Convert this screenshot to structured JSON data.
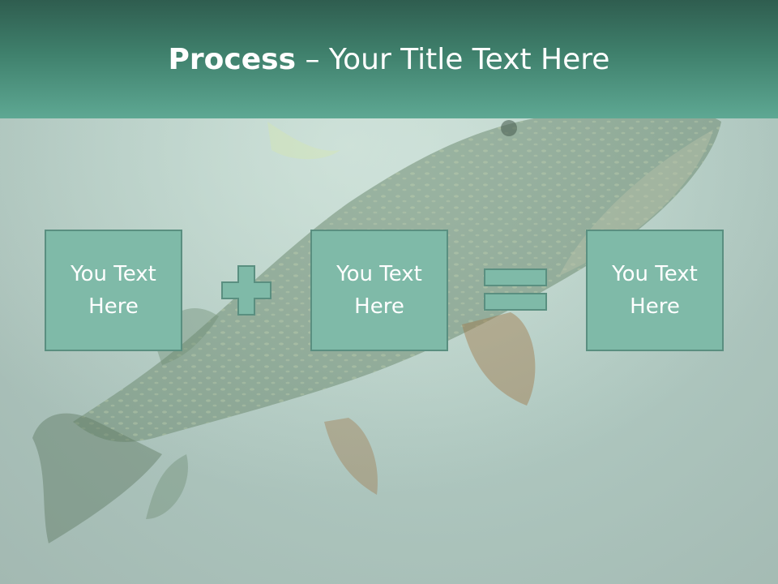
{
  "slide": {
    "title_bold": "Process",
    "title_rest": " – Your Title Text Here",
    "boxes": [
      {
        "label": "You Text Here"
      },
      {
        "label": "You Text Here"
      },
      {
        "label": "You Text Here"
      }
    ],
    "operators": [
      "plus-icon",
      "equals-icon"
    ],
    "background_image": "pike-fish-underwater",
    "colors": {
      "header_top": "#2f5d4f",
      "header_bottom": "#5ea893",
      "box_fill": "#7fbaa8",
      "box_border": "#5a8f80",
      "operator_fill": "#7fbaa8"
    }
  }
}
